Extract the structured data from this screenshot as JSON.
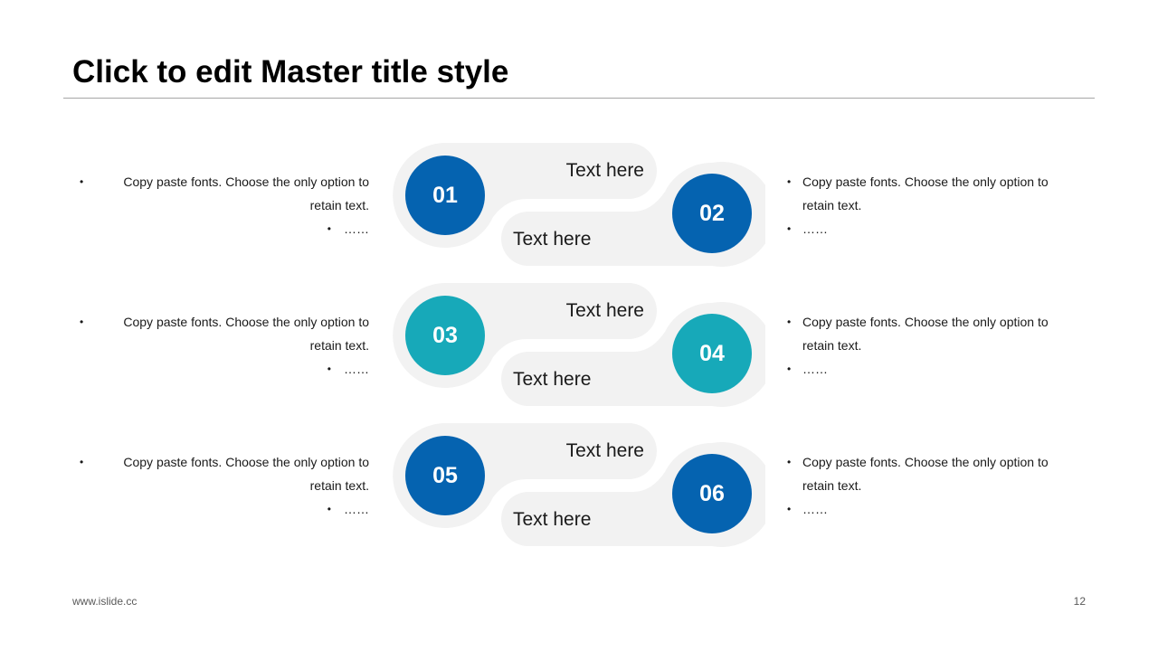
{
  "slide": {
    "title": "Click to edit Master title style",
    "footer_url": "www.islide.cc",
    "page_number": "12"
  },
  "colors": {
    "blue": "#0563b0",
    "teal": "#17a9b9",
    "panel": "#f2f2f2"
  },
  "rows": [
    {
      "num_a": "01",
      "num_b": "02",
      "color": "blue",
      "label_top": "Text here",
      "label_bottom": "Text here",
      "left_bullets": [
        "Copy paste fonts. Choose the only option to retain text.",
        "……"
      ],
      "right_bullets": [
        "Copy paste fonts. Choose the only option to retain text.",
        "……"
      ]
    },
    {
      "num_a": "03",
      "num_b": "04",
      "color": "teal",
      "label_top": "Text here",
      "label_bottom": "Text here",
      "left_bullets": [
        "Copy paste fonts. Choose the only option to retain text.",
        "……"
      ],
      "right_bullets": [
        "Copy paste fonts. Choose the only option to retain text.",
        "……"
      ]
    },
    {
      "num_a": "05",
      "num_b": "06",
      "color": "blue",
      "label_top": "Text here",
      "label_bottom": "Text here",
      "left_bullets": [
        "Copy paste fonts. Choose the only option to retain text.",
        "……"
      ],
      "right_bullets": [
        "Copy paste fonts. Choose the only option to retain text.",
        "……"
      ]
    }
  ]
}
